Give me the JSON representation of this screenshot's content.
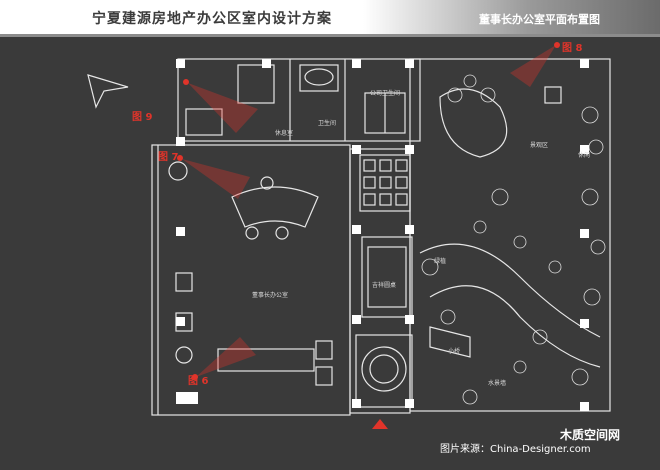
{
  "header": {
    "title": "宁夏建源房地产办公区室内设计方案",
    "subtitle": "董事长办公室平面布置图"
  },
  "rooms": {
    "rest": "休息室",
    "toilet": "卫生间",
    "service": "公司卫生间",
    "office": "董事长办公室",
    "garden": "景观区",
    "meeting": "吉祥圆桌",
    "waterscape": "水景墙",
    "bridge": "小桥",
    "side1": "休闲",
    "side2": "绿植"
  },
  "views": {
    "v6": "图 6",
    "v7": "图 7",
    "v8": "图 8",
    "v9": "图 9"
  },
  "footer": {
    "source": "图片来源：China-Designer.com",
    "watermark": "木质空间网"
  },
  "colors": {
    "accent": "#e0342a",
    "line": "#e8e8e8",
    "bg": "#3a3a3a"
  }
}
